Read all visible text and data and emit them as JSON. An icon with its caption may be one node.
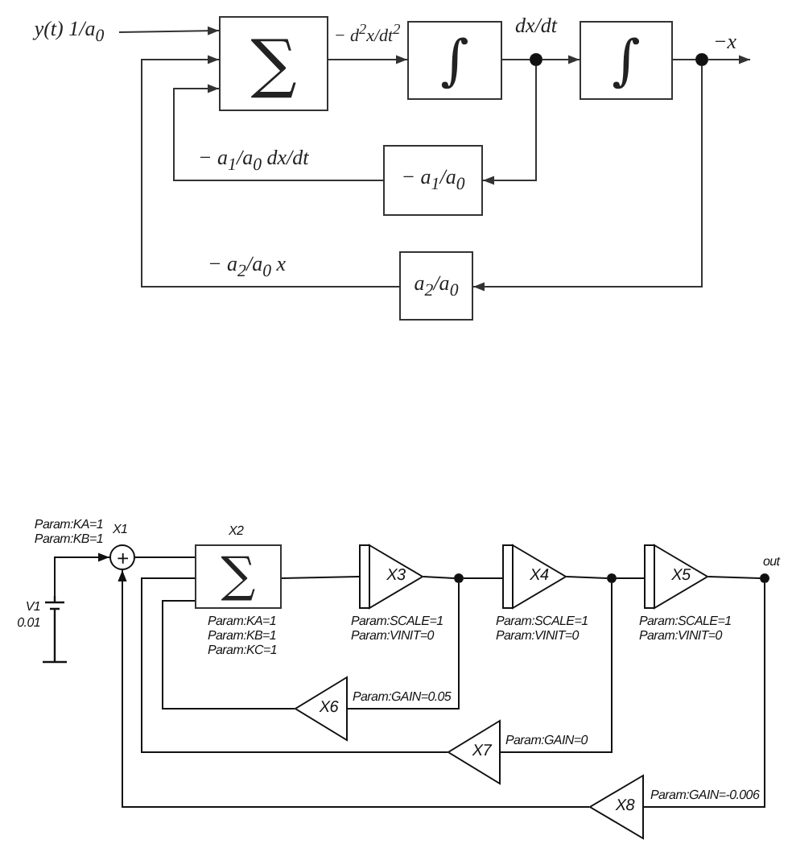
{
  "diagram": {
    "nodes": [
      {
        "text": [
          "y(t) 1/a$_{0}$"
        ]
      },
      {
        "text": [
          "∑"
        ]
      },
      {
        "text": [
          "∫"
        ]
      },
      {
        "text": [],
        "shape": "circle",
        "beside": [
          "dx/dt"
        ]
      },
      {
        "text": [
          "∫"
        ]
      },
      {
        "text": [],
        "shape": "circle"
      },
      {
        "text": [
          "− a$_{1}$/a$_{0}$"
        ]
      },
      {
        "text": [
          "a$_{2}$/a$_{0}$"
        ]
      },
      {
        "text": [
          "+"
        ],
        "beside": [
          "Param:KA=1",
          "Param:KB=1",
          "X1"
        ]
      },
      {
        "text": [],
        "shape": "battery",
        "beside": [
          "V1",
          "0.01"
        ]
      },
      {
        "text": [
          "∑"
        ],
        "beside": [
          "X2",
          "Param:KA=1",
          "Param:KB=1",
          "Param:KC=1"
        ]
      },
      {
        "text": [
          "X3"
        ],
        "beside": [
          "Param:SCALE=1",
          "Param:VINIT=0"
        ]
      },
      {
        "text": [],
        "shape": "circle"
      },
      {
        "text": [
          "X4"
        ],
        "beside": [
          "Param:SCALE=1",
          "Param:VINIT=0"
        ]
      },
      {
        "text": [],
        "shape": "circle"
      },
      {
        "text": [
          "X5"
        ],
        "beside": [
          "Param:SCALE=1",
          "Param:VINIT=0"
        ]
      },
      {
        "text": [],
        "shape": "circle",
        "beside": [
          "out"
        ]
      },
      {
        "text": [
          "X6"
        ],
        "beside": [
          "Param:GAIN=0.05"
        ]
      },
      {
        "text": [
          "X7"
        ],
        "beside": [
          "Param:GAIN=0"
        ]
      },
      {
        "text": [
          "X8"
        ],
        "beside": [
          "Param:GAIN=-0.006"
        ]
      }
    ],
    "edges": [
      {
        "from": 0,
        "to": 1,
        "arrow": "to"
      },
      {
        "from": 1,
        "to": 2,
        "arrow": "to",
        "label": "− d$^{2}$x/dt$^{2}$"
      },
      {
        "from": 2,
        "to": 3,
        "arrow": "none"
      },
      {
        "from": 3,
        "to": 4,
        "arrow": "to"
      },
      {
        "from": 4,
        "to": 5,
        "arrow": "none"
      },
      {
        "from": 5,
        "to": null,
        "arrow": "to",
        "label": "−x"
      },
      {
        "from": 3,
        "to": 6,
        "arrow": "to"
      },
      {
        "from": 6,
        "to": 1,
        "arrow": "to",
        "label": "− a$_{1}$/a$_{0}$ dx/dt"
      },
      {
        "from": 5,
        "to": 7,
        "arrow": "to"
      },
      {
        "from": 7,
        "to": 1,
        "arrow": "to",
        "label": "− a$_{2}$/a$_{0}$ x"
      },
      {
        "from": 9,
        "to": 8,
        "arrow": "to"
      },
      {
        "from": 8,
        "to": 10,
        "arrow": "none"
      },
      {
        "from": 10,
        "to": 11,
        "arrow": "none"
      },
      {
        "from": 11,
        "to": 12,
        "arrow": "none"
      },
      {
        "from": 12,
        "to": 13,
        "arrow": "none"
      },
      {
        "from": 13,
        "to": 14,
        "arrow": "none"
      },
      {
        "from": 14,
        "to": 15,
        "arrow": "none"
      },
      {
        "from": 15,
        "to": 16,
        "arrow": "none"
      },
      {
        "from": 12,
        "to": 17,
        "arrow": "none"
      },
      {
        "from": 17,
        "to": 10,
        "arrow": "none"
      },
      {
        "from": 14,
        "to": 18,
        "arrow": "none"
      },
      {
        "from": 18,
        "to": 10,
        "arrow": "none"
      },
      {
        "from": 16,
        "to": 19,
        "arrow": "none"
      },
      {
        "from": 19,
        "to": 8,
        "arrow": "to"
      }
    ]
  }
}
